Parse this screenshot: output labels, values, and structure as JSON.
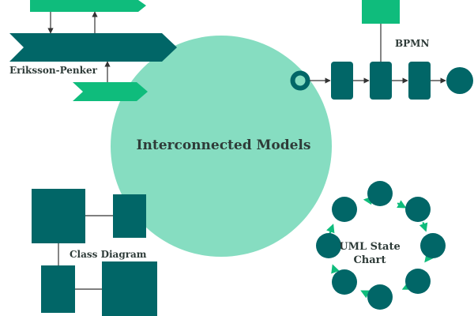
{
  "colors": {
    "circle": "#86ddc1",
    "teal": "#016667",
    "green": "#0fbc7c",
    "line": "#333333",
    "text": "#2e3b38"
  },
  "central": {
    "title": "Interconnected Models"
  },
  "eriksson_penker": {
    "label": "Eriksson-Penker"
  },
  "bpmn": {
    "label": "BPMN"
  },
  "class_diagram": {
    "label": "Class Diagram"
  },
  "uml_state_chart": {
    "label": "UML State Chart"
  }
}
